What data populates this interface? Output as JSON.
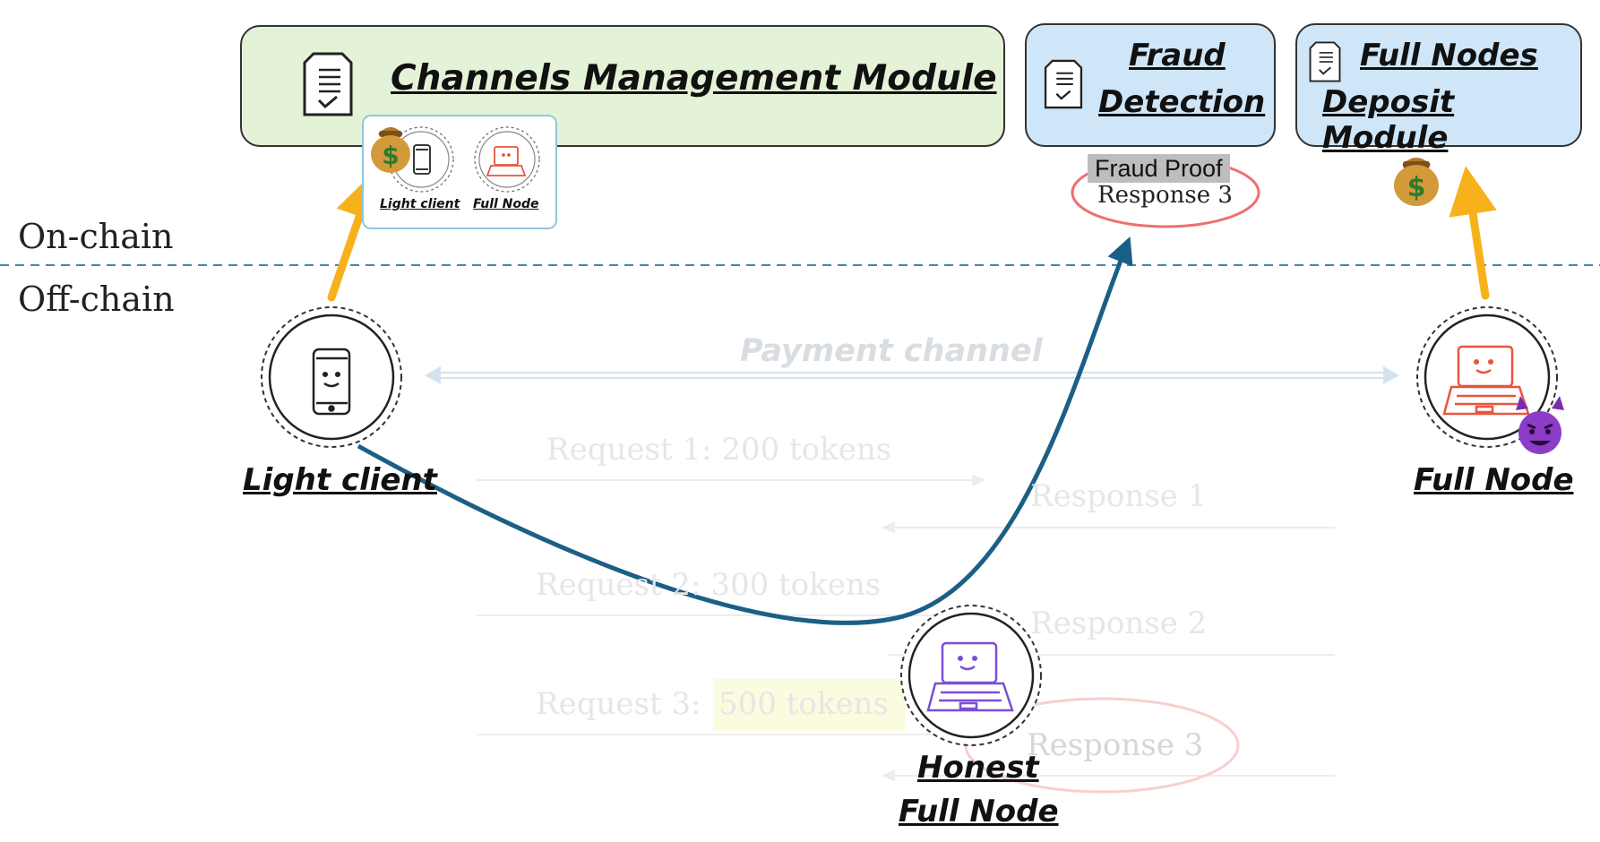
{
  "modules": {
    "channels": {
      "title": "Channels Management Module"
    },
    "fraud": {
      "title_line1": "Fraud",
      "title_line2": "Detection"
    },
    "deposit": {
      "title_line1": "Full Nodes",
      "title_line2": "Deposit Module"
    }
  },
  "registry_card": {
    "light_client": "Light client",
    "full_node": "Full Node"
  },
  "fraud_proof": {
    "tag": "Fraud Proof",
    "response": "Response 3"
  },
  "chain": {
    "on": "On-chain",
    "off": "Off-chain"
  },
  "nodes": {
    "light_client": "Light client",
    "full_node": "Full Node",
    "honest_line1": "Honest",
    "honest_line2": "Full Node"
  },
  "payment_channel": "Payment channel",
  "messages": {
    "req1": "Request 1: 200 tokens",
    "resp1": "Response 1",
    "req2": "Request 2: 300 tokens",
    "resp2": "Response 2",
    "req3_prefix": "Request 3:",
    "req3_amount": "500 tokens",
    "resp3": "Response 3"
  },
  "icons": {
    "money_bag": "money-bag-icon",
    "devil": "smiling-devil-icon",
    "document": "document-checklist-icon",
    "phone": "smartphone-icon",
    "laptop": "laptop-icon"
  },
  "colors": {
    "channels_bg": "#e4f3d7",
    "module_bg": "#cfe5f8",
    "gold_arrow": "#f7b21b",
    "fraud_arrow": "#1b5f86",
    "divider": "#3d8aa8",
    "malicious": "#e8553f",
    "honest": "#7a4fd6"
  }
}
